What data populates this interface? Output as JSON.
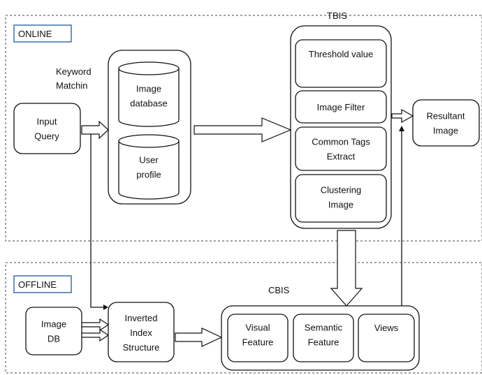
{
  "zones": {
    "online": "ONLINE",
    "offline": "OFFLINE"
  },
  "labels": {
    "keyword_line1": "Keyword",
    "keyword_line2": "Matchin",
    "tbis": "TBIS",
    "cbis": "CBIS"
  },
  "nodes": {
    "input_query": [
      "Input",
      "Query"
    ],
    "image_database": [
      "Image",
      "database"
    ],
    "user_profile": [
      "User",
      "profile"
    ],
    "threshold_value": [
      "Threshold value"
    ],
    "image_filter": [
      "Image Filter"
    ],
    "common_tags": [
      "Common   Tags",
      "Extract"
    ],
    "clustering_image": [
      "Clustering",
      "Image"
    ],
    "resultant_image": [
      "Resultant",
      "Image"
    ],
    "image_db": [
      "Image",
      "DB"
    ],
    "inverted_index": [
      "Inverted",
      "Index",
      "Structure"
    ],
    "visual_feature": [
      "Visual",
      "Feature"
    ],
    "semantic_feature": [
      "Semantic",
      "Feature"
    ],
    "views": [
      "Views"
    ]
  },
  "colors": {
    "stroke": "#111111",
    "tag_border": "#4a78b0",
    "dashed_border": "#444444"
  }
}
